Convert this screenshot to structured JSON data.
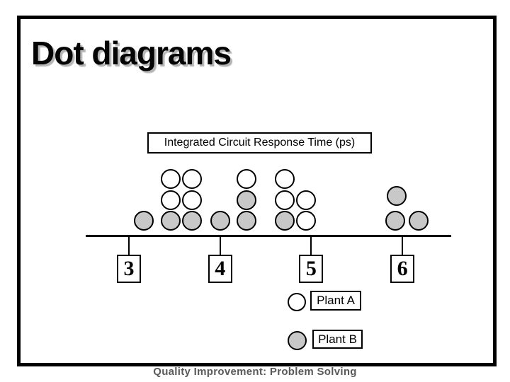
{
  "slide": {
    "title": "Dot diagrams",
    "footer": "Quality Improvement: Problem Solving"
  },
  "chart": {
    "title": "Integrated Circuit Response Time (ps)",
    "axis_tick_labels": [
      "3",
      "4",
      "5",
      "6"
    ],
    "legend": [
      {
        "label": "Plant A",
        "fill": "#ffffff"
      },
      {
        "label": "Plant B",
        "fill": "#c8c8c8"
      }
    ]
  },
  "colors": {
    "dot_stroke": "#000000",
    "plant_a_fill": "#ffffff",
    "plant_b_fill": "#c8c8c8",
    "title_shadow": "#b5b5b5",
    "footer_text": "#595959"
  },
  "chart_data": {
    "type": "scatter",
    "subtype": "dot-diagram",
    "title": "Integrated Circuit Response Time (ps)",
    "x_ticks": [
      3,
      4,
      5,
      6
    ],
    "x_range": [
      2.5,
      6.55
    ],
    "grid": false,
    "legend_position": "bottom-right",
    "series": [
      {
        "name": "Plant A",
        "symbol": "open-circle",
        "values": [
          3.46,
          3.46,
          3.69,
          3.69,
          4.29,
          4.71,
          4.71,
          4.94,
          4.94
        ]
      },
      {
        "name": "Plant B",
        "symbol": "filled-circle",
        "values": [
          3.16,
          3.46,
          3.69,
          4.0,
          4.29,
          4.29,
          4.71,
          5.92,
          5.94,
          6.18
        ]
      }
    ],
    "points": [
      {
        "v": 3.16,
        "row": 0,
        "plant": "B"
      },
      {
        "v": 3.46,
        "row": 0,
        "plant": "B"
      },
      {
        "v": 3.46,
        "row": 1,
        "plant": "A"
      },
      {
        "v": 3.46,
        "row": 2,
        "plant": "A"
      },
      {
        "v": 3.69,
        "row": 0,
        "plant": "B"
      },
      {
        "v": 3.69,
        "row": 1,
        "plant": "A"
      },
      {
        "v": 3.69,
        "row": 2,
        "plant": "A"
      },
      {
        "v": 4.0,
        "row": 0,
        "plant": "B"
      },
      {
        "v": 4.29,
        "row": 0,
        "plant": "B"
      },
      {
        "v": 4.29,
        "row": 1,
        "plant": "B"
      },
      {
        "v": 4.29,
        "row": 2,
        "plant": "A"
      },
      {
        "v": 4.71,
        "row": 0,
        "plant": "B"
      },
      {
        "v": 4.71,
        "row": 1,
        "plant": "A"
      },
      {
        "v": 4.71,
        "row": 2,
        "plant": "A"
      },
      {
        "v": 4.94,
        "row": 0,
        "plant": "A"
      },
      {
        "v": 4.94,
        "row": 1,
        "plant": "A"
      },
      {
        "v": 5.92,
        "row": 0,
        "plant": "B"
      },
      {
        "v": 5.94,
        "row": 1,
        "plant": "B",
        "lift": 6
      },
      {
        "v": 6.18,
        "row": 0,
        "plant": "B"
      }
    ]
  }
}
